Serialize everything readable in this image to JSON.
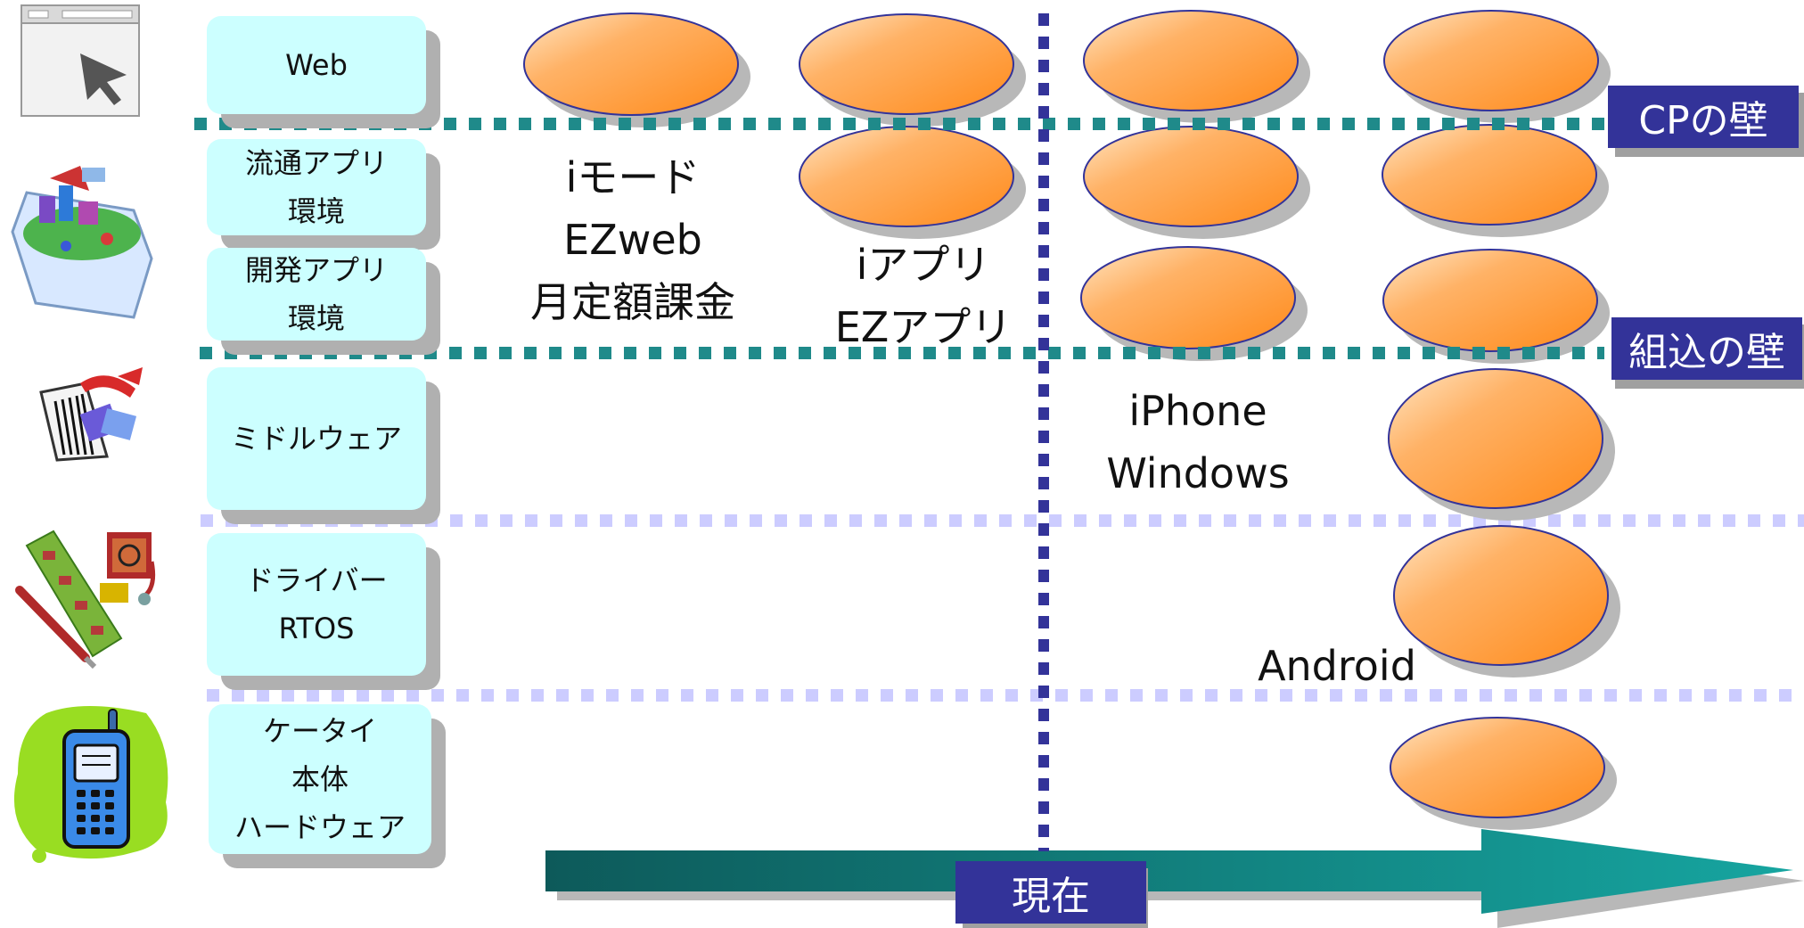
{
  "colors": {
    "label_box_fill": "#ccffff",
    "ellipse_fill": "#ff9933",
    "ellipse_stroke": "#333399",
    "wall_line": "#1f8a8a",
    "layer_line": "#ccccff",
    "timeline_line": "#333399",
    "arrow_fill": "#0f8a8a",
    "tag_fill": "#333399"
  },
  "icons": [
    "browser-window-icon",
    "mobile-app-world-icon",
    "barcode-shopping-icon",
    "circuit-board-tools-icon",
    "mobile-phone-icon"
  ],
  "layers": [
    {
      "label": "Web"
    },
    {
      "label": "流通アプリ\n環境"
    },
    {
      "label": "開発アプリ\n環境"
    },
    {
      "label": "ミドルウェア"
    },
    {
      "label": "ドライバー\nRTOS"
    },
    {
      "label": "ケータイ\n本体\nハードウェア"
    }
  ],
  "platforms": {
    "imode": "iモード\nEZweb\n月定額課金",
    "iappli": "iアプリ\nEZアプリ",
    "iphone": "iPhone\nWindows",
    "android": "Android"
  },
  "walls": {
    "cp_wall": "CPの壁",
    "embedded_wall": "組込の壁"
  },
  "timeline": {
    "now_label": "現在"
  }
}
